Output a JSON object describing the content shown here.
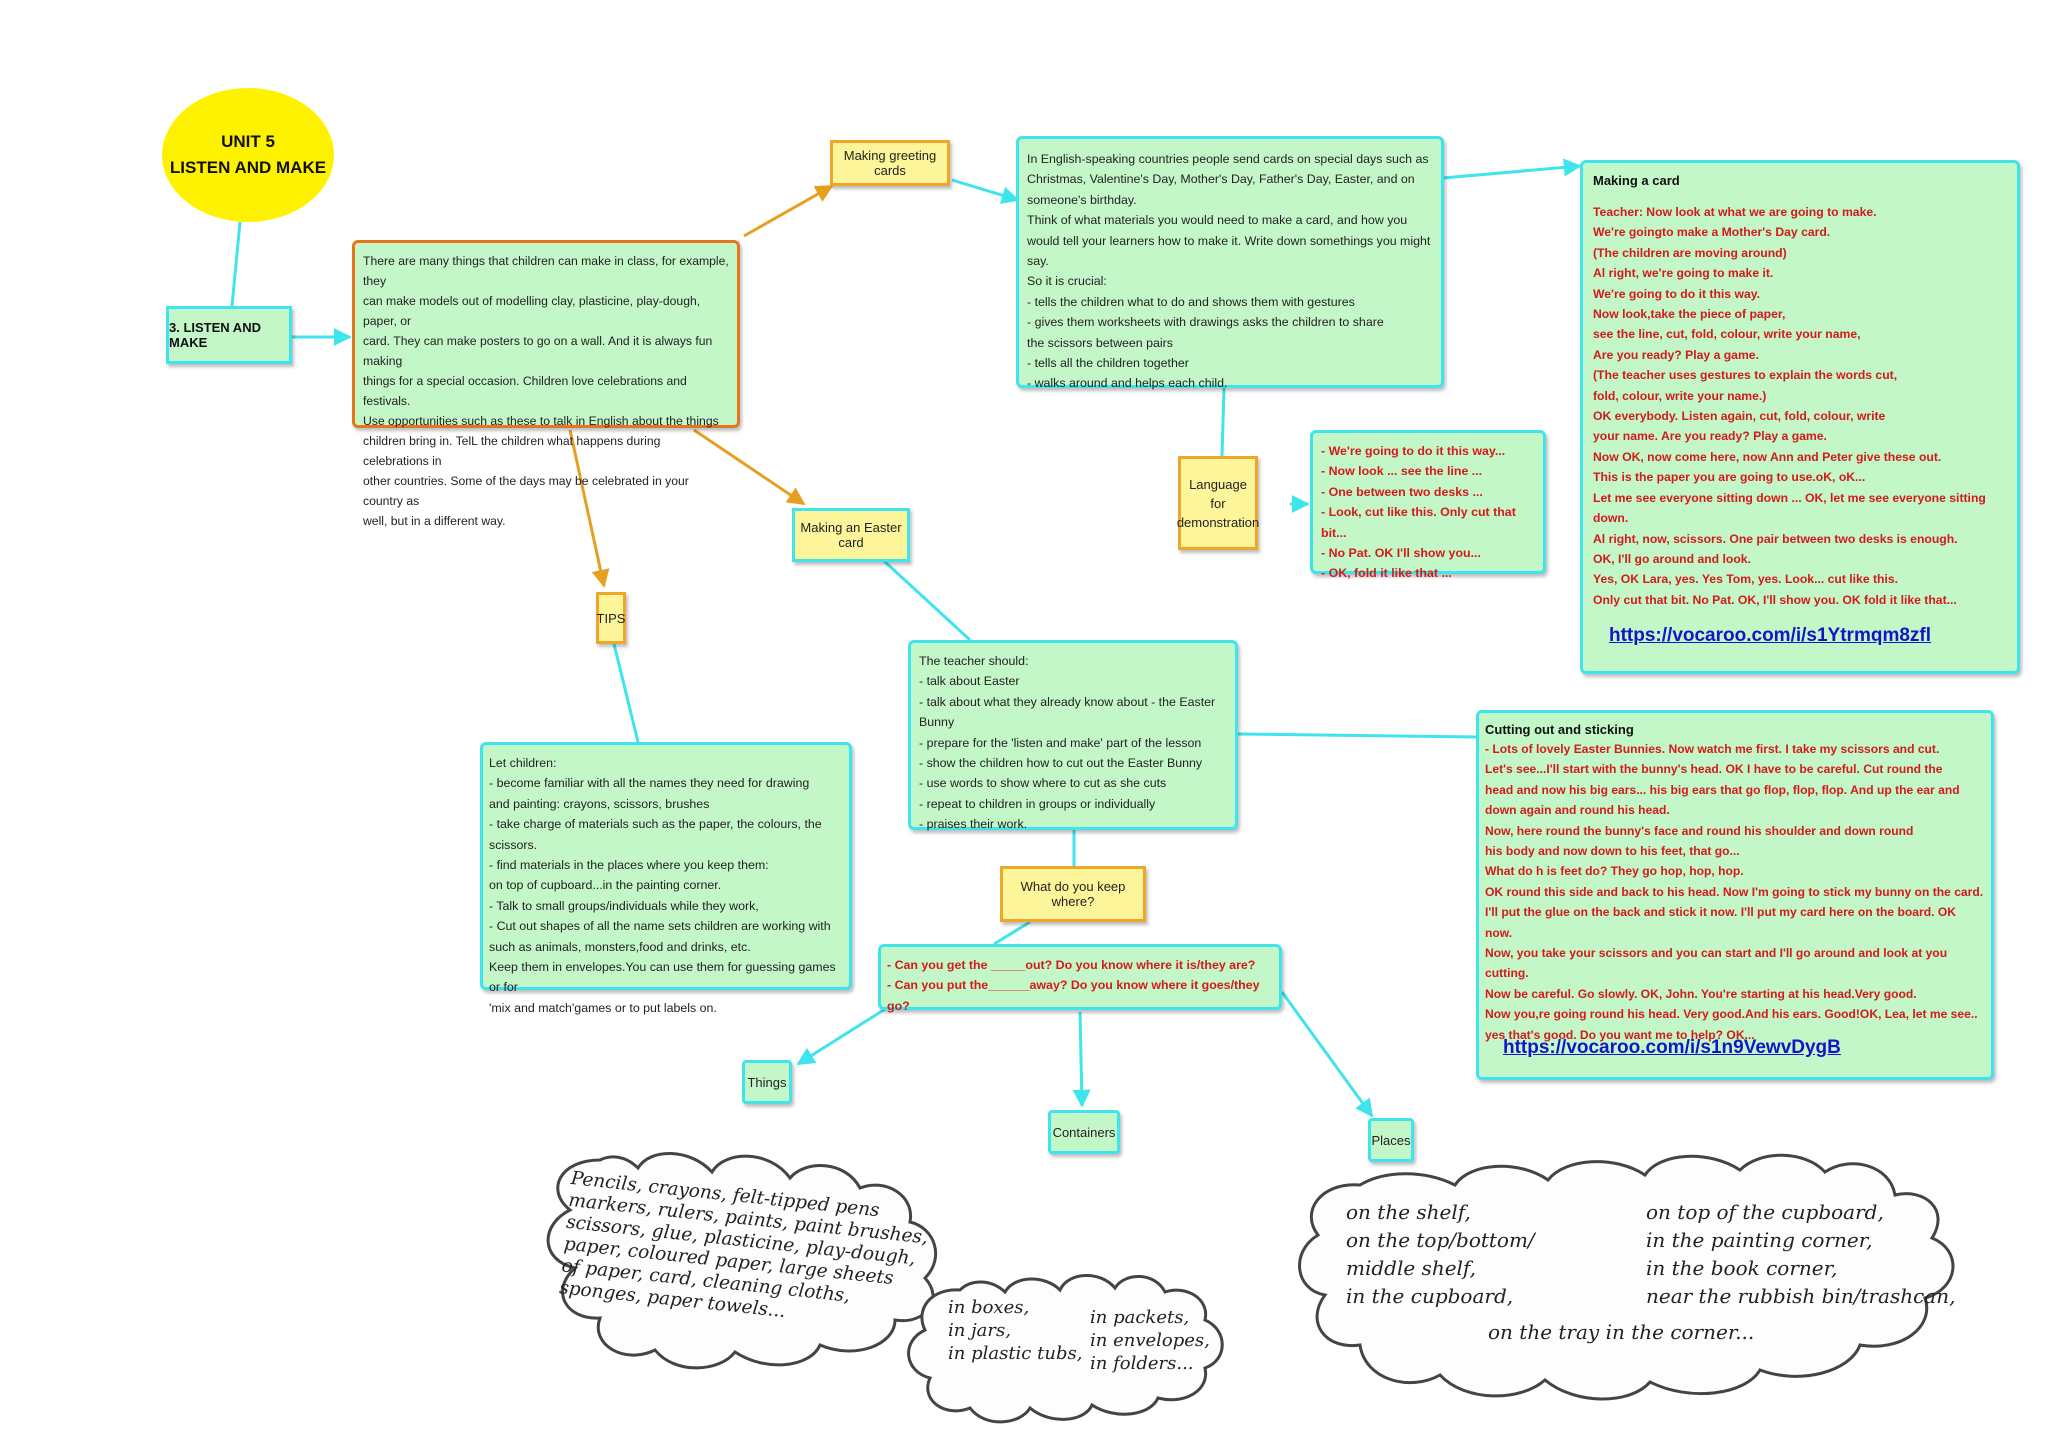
{
  "unit_title": "UNIT 5\nLISTEN AND MAKE",
  "section_label": "3. LISTEN AND MAKE",
  "intro_text": "There are many things that children can make in class, for example, they\ncan make models out of modelling clay, plasticine, play-dough, paper, or\ncard. They can make posters to go on a wall. And it is always fun making\nthings for a special occasion. Children love celebrations and festivals.\nUse opportunities such as these to talk in English about the things\nchildren bring in. TelL the children what happens during celebrations in\nother countries. Some of the days may be celebrated in your country as\nwell, but in a different way.",
  "greeting_label": "Making greeting cards",
  "greeting_text": "In English-speaking countries people send cards on special days such as\nChristmas, Valentine's Day, Mother's Day, Father's Day, Easter, and on\nsomeone's birthday.\nThink of what materials you would need to make a  card, and how you\nwould tell your learners how to make it. Write down somethings you might say.\nSo it is crucial:\n- tells the children what to do and shows them with gestures\n- gives them worksheets with drawings asks the children to share\nthe scissors between pairs\n- tells all the children together\n- walks around and helps each child.",
  "making_card": {
    "title": "Making a card",
    "text": "Teacher: Now look at what we are going to make.\nWe're goingto make a Mother's Day card.\n(The children are moving around)\n Al right, we're going to make it.\nWe're going to do it this way.\nNow look,take the piece of paper,\nsee the line, cut, fold, colour, write your name,\nAre you ready? Play a game.\n(The teacher uses gestures to explain the words cut,\nfold, colour, write your name.)\nOK everybody. Listen again, cut, fold, colour, write\nyour name. Are you ready? Play a game.\nNow OK, now come here, now Ann and Peter give these out.\nThis is the paper you are going to use.oK, oK...\nLet me see everyone sitting down ... OK, let me see everyone sitting down.\nAl right, now, scissors. One pair between two desks is enough.\nOK, I'll go around and look.\nYes, OK Lara, yes. Yes Tom, yes. Look... cut like this.\nOnly cut that bit. No Pat. OK, I'll show you. OK fold it like that...",
    "link": "https://vocaroo.com/i/s1Ytrmqm8zfl"
  },
  "language_label": "Language\nfor\ndemonstration",
  "language_text": "- We're going to do it this way...\n- Now look ... see the line ...\n- One between two desks ...\n- Look, cut like this. Only cut that bit...\n- No Pat. OK I'll show you...\n- OK, fold it like that ...",
  "easter_label": "Making an Easter card",
  "easter_text": "The teacher should:\n- talk about Easter\n- talk about what they already know about - the Easter Bunny\n- prepare for the 'listen and make' part of the lesson\n- show the children how to cut out the Easter Bunny\n- use words to show where to cut as she cuts\n- repeat to children in groups or individually\n- praises their work.",
  "tips_label": "TIPS",
  "tips_text": "Let children:\n- become familiar with all the names they need for drawing\nand painting: crayons, scissors, brushes\n- take charge of materials such as the paper, the colours, the scissors.\n- find materials in the places where you keep them:\non top of cupboard...in the painting corner.\n- Talk to small groups/individuals while they work,\n- Cut out shapes of all the name sets children are working with\nsuch as animals, monsters,food and drinks, etc.\nKeep them in envelopes.You can use them for guessing games or for\n'mix and match'games or to put labels on.",
  "cutting": {
    "title": "Cutting out and sticking",
    "text": "- Lots of lovely Easter Bunnies. Now watch me first. I take my scissors and cut.\nLet's see...I'll start with the bunny's head. OK I have to be careful. Cut round the\nhead and now his big ears... his big ears that go flop, flop, flop. And up the ear and\ndown again and round his head.\nNow, here round the bunny's face and round his shoulder and down round\nhis body and now down to his feet, that go...\nWhat do h is feet do? They go hop, hop, hop.\nOK round this side and back to his head. Now I'm going to stick my bunny on the card.\nI'll put the glue on the back and stick it now. I'll put my card here on the board. OK now.\nNow, you take your scissors and you can start and I'll go around and look at you cutting.\nNow be careful. Go slowly. OK, John. You're starting at his head.Very good.\nNow you,re going round his head. Very good.And his ears. Good!OK, Lea, let me see..\nyes that's good. Do you want me to help? OK...",
    "link": "https://vocaroo.com/i/s1n9VewvDygB"
  },
  "keep_label": "What do you keep where?",
  "keep_text": "- Can you get the _____out? Do you know where it is/they are?\n- Can you put the______away? Do you know where it goes/they go?",
  "things_label": "Things",
  "containers_label": "Containers",
  "places_label": "Places",
  "things_cloud": "Pencils, crayons, felt-tipped pens\nmarkers, rulers, paints, paint brushes,\nscissors, glue, plasticine, play-dough,\npaper, coloured paper, large sheets\nof paper, card, cleaning cloths,\nsponges, paper towels...",
  "containers_cloud_left": "in boxes,\nin jars,\nin plastic tubs,",
  "containers_cloud_right": "in packets,\nin envelopes,\nin folders...",
  "places_cloud_left": "on the shelf,\non the top/bottom/\nmiddle shelf,\nin the cupboard,",
  "places_cloud_right": "on top of the cupboard,\nin the painting corner,\nin the book corner,\nnear the rubbish bin/trashcan,",
  "places_cloud_bottom": "on the tray in the corner...",
  "colors": {
    "cyan": "#3fe4ec",
    "orange": "#e6761e",
    "yellow": "#fef200",
    "node_fill": "#c4f7c8",
    "red_text": "#d41a1a",
    "link": "#1414c8"
  }
}
